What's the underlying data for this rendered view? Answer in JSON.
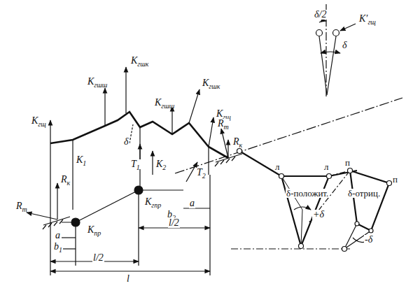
{
  "diagram": {
    "labels": [
      "Kгшк",
      "Kгшш",
      "Kгщ",
      "Kгшк",
      "Kгшш",
      "Kгщ",
      "Rт",
      "Rк",
      "δ",
      "K1",
      "T1",
      "K2",
      "T2",
      "Rк",
      "Kгпр",
      "Rт",
      "a",
      "Kпр",
      "b1",
      "a",
      "b2",
      "l/2",
      "l/2",
      "l",
      "δ/2",
      "K′гщ",
      "δ",
      "л",
      "л",
      "п",
      "п",
      "δ-положит.",
      "δ-отриц.",
      "+δ",
      "-δ"
    ]
  }
}
